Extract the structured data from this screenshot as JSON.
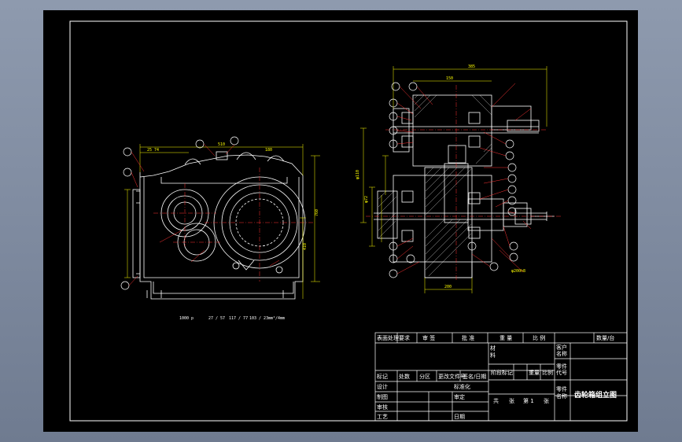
{
  "colors": {
    "background": "#7f8ba0",
    "sheet": "#000000",
    "frame": "#ffffff",
    "outline": "#ffffff",
    "dimension": "#ffff00",
    "leader": "#ff3333",
    "centerline": "#ff3333",
    "hatch": "#ffffff"
  },
  "formula": {
    "lead": "1000 p",
    "f1": "27 / 57",
    "f2": "117 / 77",
    "f3": "103 / 23",
    "tail": "mm²/4mm"
  },
  "dims": {
    "front_width": "510",
    "front_top": "180",
    "front_offset": "25 74",
    "front_height": "760",
    "front_right_height": "410",
    "side_top_width": "385",
    "side_mid": "150",
    "side_bottom": "200",
    "side_left_a": "φ72",
    "side_left_b": "φ110",
    "side_bolt": "φ200h8"
  },
  "title_block": {
    "row1": [
      "表面处理要求",
      "审 签",
      "批 准",
      "重 量",
      "比 例",
      "数量/台"
    ],
    "material": [
      "材",
      "料"
    ],
    "customer": [
      "客户",
      "名称"
    ],
    "row_mark": [
      "阶段标记",
      "重量",
      "比例"
    ],
    "part_code": [
      "零件",
      "代号"
    ],
    "row_change": [
      "标记",
      "处数",
      "分区",
      "更改文件号",
      "签名/日期"
    ],
    "sheet_info": [
      "共",
      "张",
      "第 1",
      "张"
    ],
    "part_name": [
      "零件",
      "名称"
    ],
    "title": "齿轮箱组立图",
    "design": "设计",
    "standard": "标准化",
    "drafting": "制图",
    "process": "审核",
    "check": "审定",
    "craft": "工艺",
    "date": "日期"
  }
}
